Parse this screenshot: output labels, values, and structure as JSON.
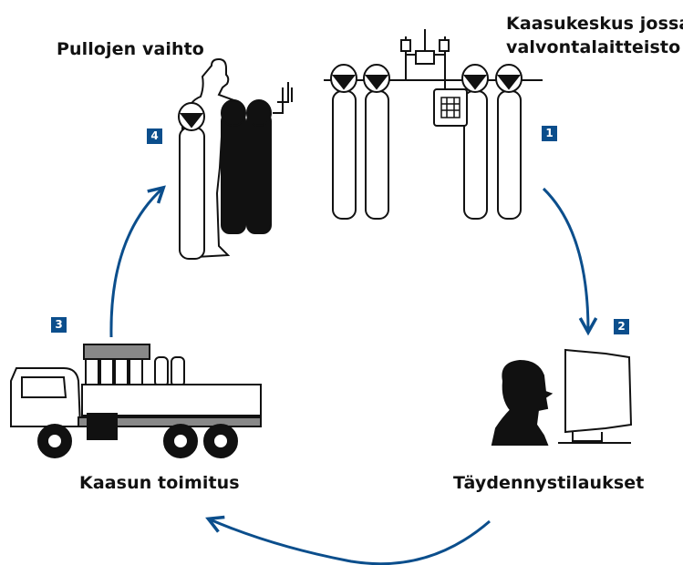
{
  "labels": {
    "top_right_line1": "Kaasukeskus jossa",
    "top_right_line2": "valvontalaitteisto",
    "top_left": "Pullojen vaihto",
    "bottom_left": "Kaasun toimitus",
    "bottom_right": "Täydennystilaukset"
  },
  "steps": [
    "1",
    "2",
    "3",
    "4"
  ],
  "colors": {
    "accent": "#0b4e8c",
    "ink": "#111111"
  }
}
